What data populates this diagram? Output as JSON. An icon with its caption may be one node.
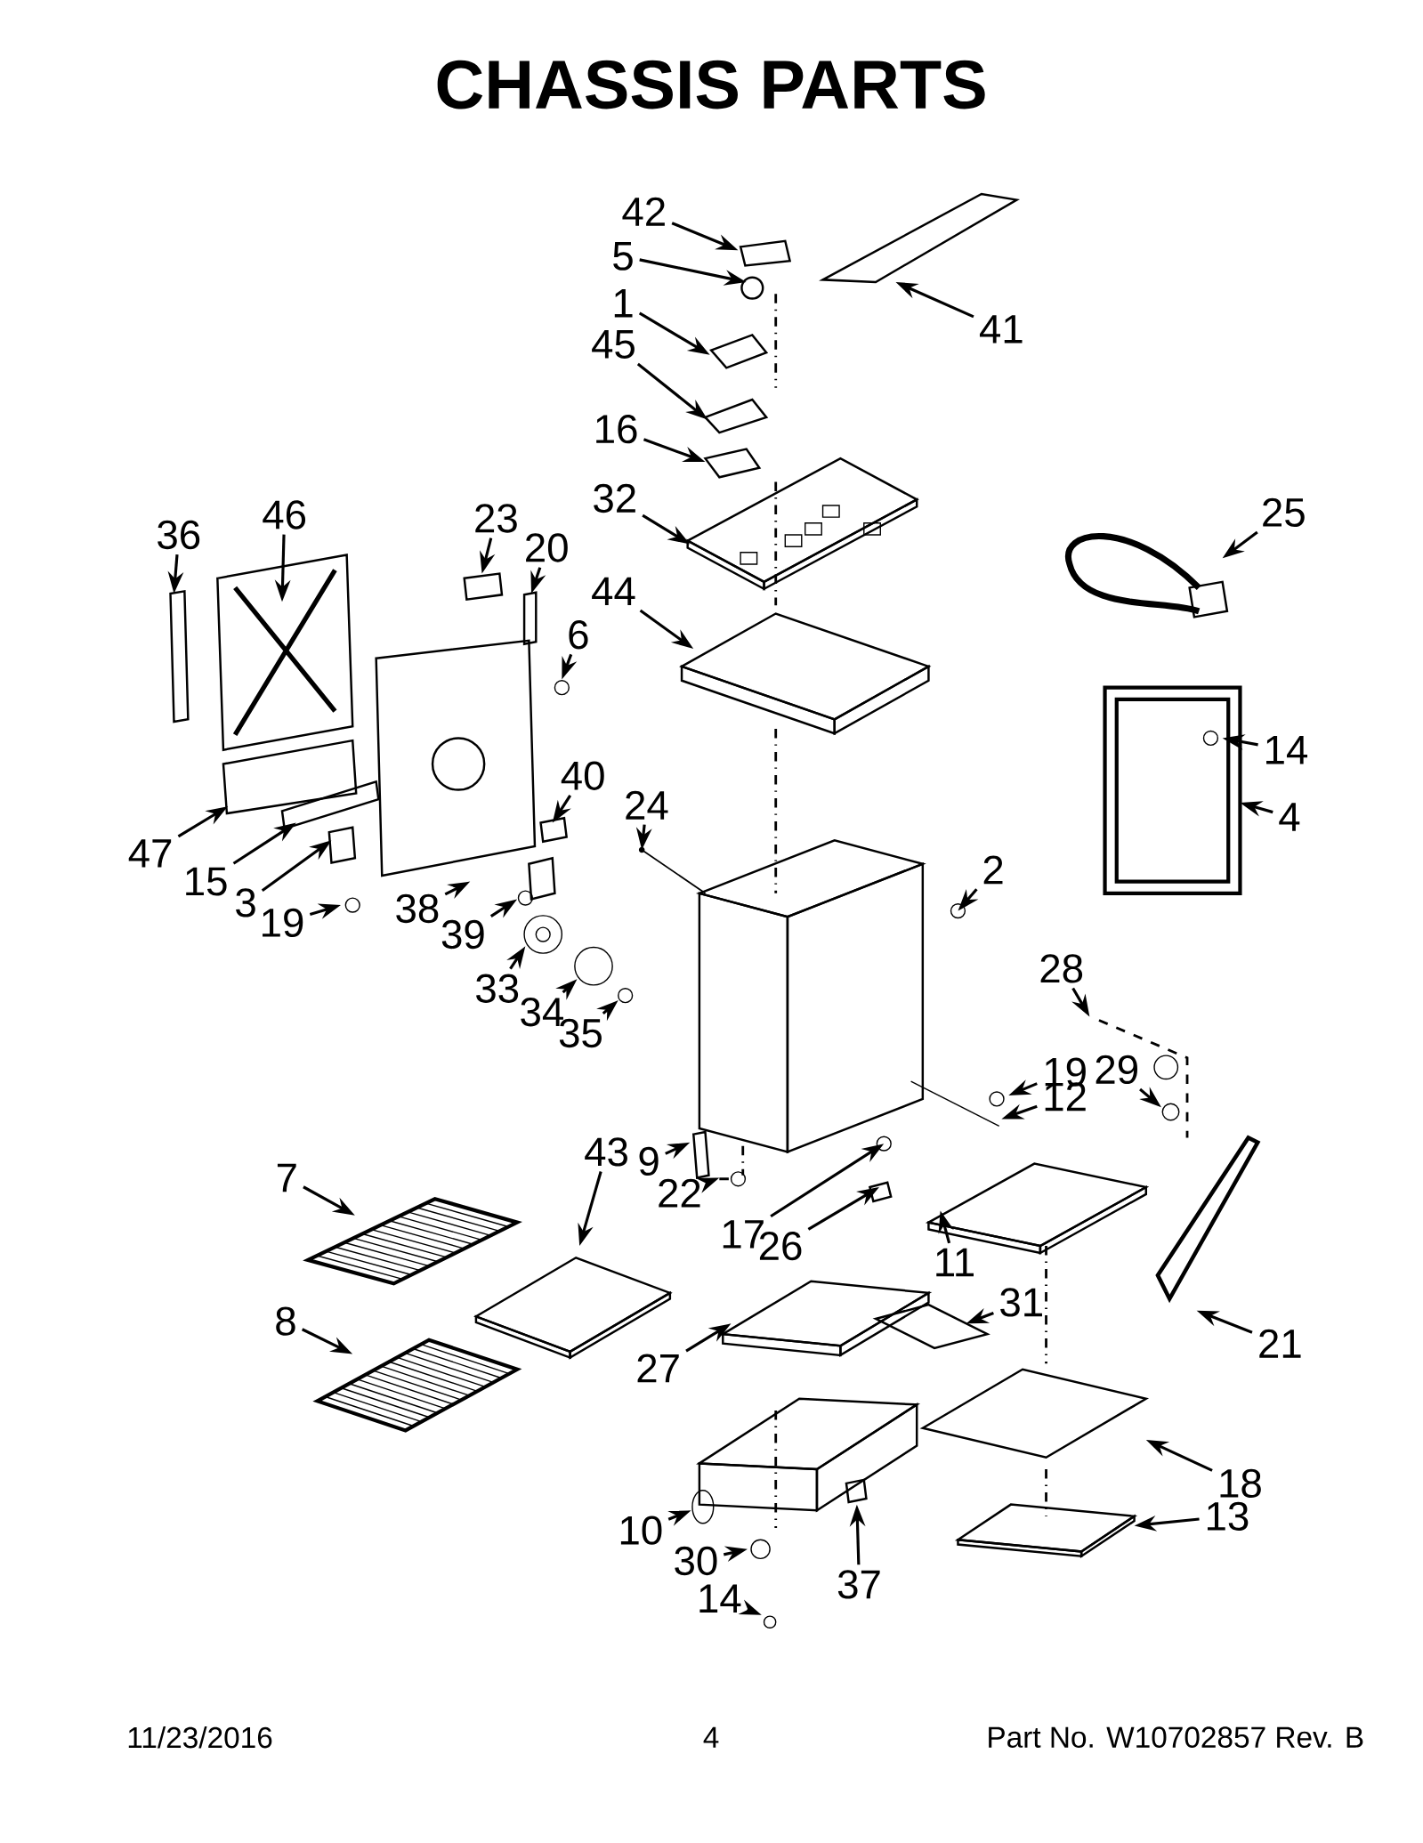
{
  "diagram": {
    "title": "CHASSIS PARTS",
    "nodes": [
      {
        "text": [
          "42"
        ]
      },
      {
        "text": [
          "5"
        ]
      },
      {
        "text": [
          "1"
        ]
      },
      {
        "text": [
          "45"
        ]
      },
      {
        "text": [
          "16"
        ]
      },
      {
        "text": [
          "32"
        ]
      },
      {
        "text": [
          "44"
        ]
      },
      {
        "text": [
          "41"
        ]
      },
      {
        "text": [
          "25"
        ]
      },
      {
        "text": [
          "36"
        ]
      },
      {
        "text": [
          "46"
        ]
      },
      {
        "text": [
          "23"
        ]
      },
      {
        "text": [
          "20"
        ]
      },
      {
        "text": [
          "6"
        ]
      },
      {
        "text": [
          "14"
        ]
      },
      {
        "text": [
          "4"
        ]
      },
      {
        "text": [
          "40"
        ]
      },
      {
        "text": [
          "24"
        ]
      },
      {
        "text": [
          "2"
        ]
      },
      {
        "text": [
          "47"
        ]
      },
      {
        "text": [
          "15"
        ]
      },
      {
        "text": [
          "3"
        ]
      },
      {
        "text": [
          "19"
        ]
      },
      {
        "text": [
          "38"
        ]
      },
      {
        "text": [
          "39"
        ]
      },
      {
        "text": [
          "33"
        ]
      },
      {
        "text": [
          "34"
        ]
      },
      {
        "text": [
          "35"
        ]
      },
      {
        "text": [
          "28"
        ]
      },
      {
        "text": [
          "19"
        ]
      },
      {
        "text": [
          "29"
        ]
      },
      {
        "text": [
          "12"
        ]
      },
      {
        "text": [
          "7"
        ]
      },
      {
        "text": [
          "43"
        ]
      },
      {
        "text": [
          "9"
        ]
      },
      {
        "text": [
          "22"
        ]
      },
      {
        "text": [
          "17"
        ]
      },
      {
        "text": [
          "26"
        ]
      },
      {
        "text": [
          "11"
        ]
      },
      {
        "text": [
          "31"
        ]
      },
      {
        "text": [
          "21"
        ]
      },
      {
        "text": [
          "8"
        ]
      },
      {
        "text": [
          "27"
        ]
      },
      {
        "text": [
          "18"
        ]
      },
      {
        "text": [
          "13"
        ]
      },
      {
        "text": [
          "10"
        ]
      },
      {
        "text": [
          "30"
        ]
      },
      {
        "text": [
          "14"
        ]
      },
      {
        "text": [
          "37"
        ]
      }
    ],
    "edges": [
      {
        "from": 0,
        "to": null,
        "arrow": "to"
      },
      {
        "from": 1,
        "to": null,
        "arrow": "to"
      },
      {
        "from": 2,
        "to": null,
        "arrow": "to"
      },
      {
        "from": 3,
        "to": null,
        "arrow": "to"
      },
      {
        "from": 4,
        "to": null,
        "arrow": "to"
      },
      {
        "from": 5,
        "to": null,
        "arrow": "to"
      },
      {
        "from": 6,
        "to": null,
        "arrow": "to"
      },
      {
        "from": 7,
        "to": null,
        "arrow": "to"
      },
      {
        "from": 8,
        "to": null,
        "arrow": "to"
      },
      {
        "from": 9,
        "to": null,
        "arrow": "to"
      },
      {
        "from": 10,
        "to": null,
        "arrow": "to"
      },
      {
        "from": 11,
        "to": null,
        "arrow": "to"
      },
      {
        "from": 12,
        "to": null,
        "arrow": "to"
      },
      {
        "from": 13,
        "to": null,
        "arrow": "to"
      },
      {
        "from": 14,
        "to": null,
        "arrow": "to"
      },
      {
        "from": 15,
        "to": null,
        "arrow": "to"
      },
      {
        "from": 16,
        "to": null,
        "arrow": "to"
      },
      {
        "from": 17,
        "to": null,
        "arrow": "to"
      },
      {
        "from": 18,
        "to": null,
        "arrow": "to"
      },
      {
        "from": 19,
        "to": null,
        "arrow": "to"
      },
      {
        "from": 20,
        "to": null,
        "arrow": "to"
      },
      {
        "from": 21,
        "to": null,
        "arrow": "to"
      },
      {
        "from": 22,
        "to": null,
        "arrow": "to"
      },
      {
        "from": 23,
        "to": null,
        "arrow": "to"
      },
      {
        "from": 24,
        "to": null,
        "arrow": "to"
      },
      {
        "from": 25,
        "to": null,
        "arrow": "to"
      },
      {
        "from": 26,
        "to": null,
        "arrow": "to"
      },
      {
        "from": 27,
        "to": null,
        "arrow": "to"
      },
      {
        "from": 28,
        "to": null,
        "arrow": "to"
      },
      {
        "from": 29,
        "to": null,
        "arrow": "to"
      },
      {
        "from": 30,
        "to": null,
        "arrow": "to"
      },
      {
        "from": 31,
        "to": null,
        "arrow": "to"
      },
      {
        "from": 32,
        "to": null,
        "arrow": "to"
      },
      {
        "from": 33,
        "to": null,
        "arrow": "to"
      },
      {
        "from": 34,
        "to": null,
        "arrow": "to"
      },
      {
        "from": 35,
        "to": null,
        "arrow": "to"
      },
      {
        "from": 36,
        "to": null,
        "arrow": "to"
      },
      {
        "from": 37,
        "to": null,
        "arrow": "to"
      },
      {
        "from": 38,
        "to": null,
        "arrow": "to"
      },
      {
        "from": 39,
        "to": null,
        "arrow": "to"
      },
      {
        "from": 40,
        "to": null,
        "arrow": "to"
      },
      {
        "from": 41,
        "to": null,
        "arrow": "to"
      },
      {
        "from": 42,
        "to": null,
        "arrow": "to"
      },
      {
        "from": 43,
        "to": null,
        "arrow": "to"
      },
      {
        "from": 44,
        "to": null,
        "arrow": "to"
      },
      {
        "from": 45,
        "to": null,
        "arrow": "to"
      },
      {
        "from": 46,
        "to": null,
        "arrow": "to"
      },
      {
        "from": 47,
        "to": null,
        "arrow": "to"
      },
      {
        "from": 48,
        "to": null,
        "arrow": "to"
      }
    ],
    "labels": [
      "11/23/2016",
      "4",
      "Part No.  W10702857  Rev.  B"
    ]
  }
}
